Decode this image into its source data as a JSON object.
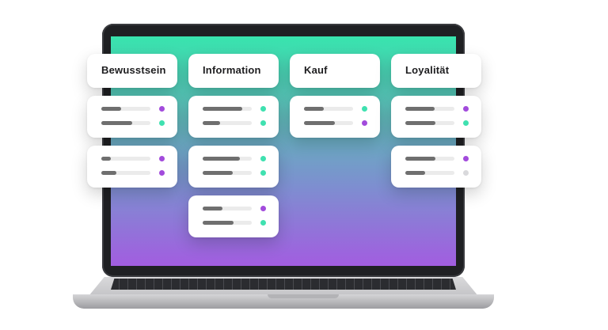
{
  "colors": {
    "purple": "#a24bdc",
    "green": "#3fe1b0",
    "gray": "#d9d9dc"
  },
  "columns": [
    {
      "label": "Bewusstsein",
      "items": [
        [
          {
            "fill": 0.4,
            "dot": "purple"
          },
          {
            "fill": 0.63,
            "dot": "green"
          }
        ],
        [
          {
            "fill": 0.2,
            "dot": "purple"
          },
          {
            "fill": 0.3,
            "dot": "purple"
          }
        ]
      ]
    },
    {
      "label": "Information",
      "items": [
        [
          {
            "fill": 0.8,
            "dot": "green"
          },
          {
            "fill": 0.35,
            "dot": "green"
          }
        ],
        [
          {
            "fill": 0.75,
            "dot": "green"
          },
          {
            "fill": 0.62,
            "dot": "green"
          }
        ],
        [
          {
            "fill": 0.4,
            "dot": "purple"
          },
          {
            "fill": 0.63,
            "dot": "green"
          }
        ]
      ]
    },
    {
      "label": "Kauf",
      "items": [
        [
          {
            "fill": 0.4,
            "dot": "green"
          },
          {
            "fill": 0.63,
            "dot": "purple"
          }
        ]
      ]
    },
    {
      "label": "Loyalität",
      "items": [
        [
          {
            "fill": 0.6,
            "dot": "purple"
          },
          {
            "fill": 0.62,
            "dot": "green"
          }
        ],
        [
          {
            "fill": 0.62,
            "dot": "purple"
          },
          {
            "fill": 0.4,
            "dot": "gray"
          }
        ]
      ]
    }
  ]
}
